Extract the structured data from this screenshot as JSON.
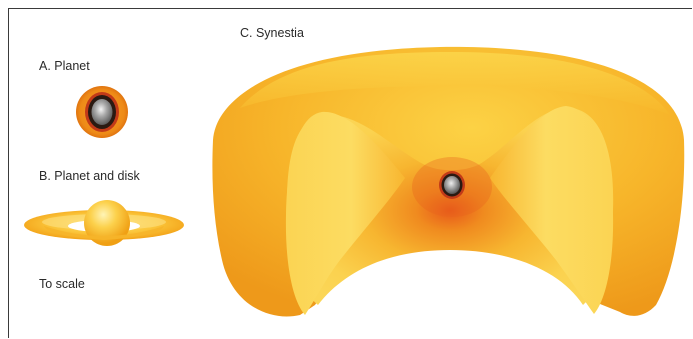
{
  "labels": {
    "a": "A. Planet",
    "b": "B. Planet and disk",
    "scale": "To scale",
    "c": "C. Synestia"
  },
  "colors": {
    "orange_deep": "#f2a21a",
    "orange_mid": "#f8b82a",
    "yellow_light": "#fde06a",
    "core_gray": "#8c8c8c",
    "core_dark": "#2a1a10",
    "core_red": "#c7401a"
  }
}
